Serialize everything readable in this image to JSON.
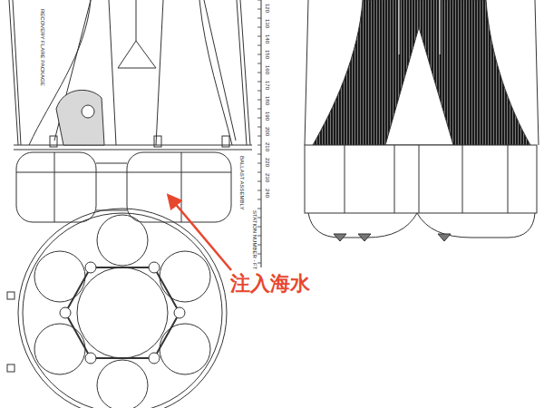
{
  "diagram": {
    "labels": [
      "RECOVERY FLARE PACKAGE",
      "BALLAST ASSEMBLY",
      "STATION NUMBER - FT",
      "120",
      "130",
      "140",
      "150",
      "160",
      "170",
      "180",
      "190",
      "200",
      "210",
      "220",
      "230",
      "240",
      "注入海水"
    ]
  }
}
